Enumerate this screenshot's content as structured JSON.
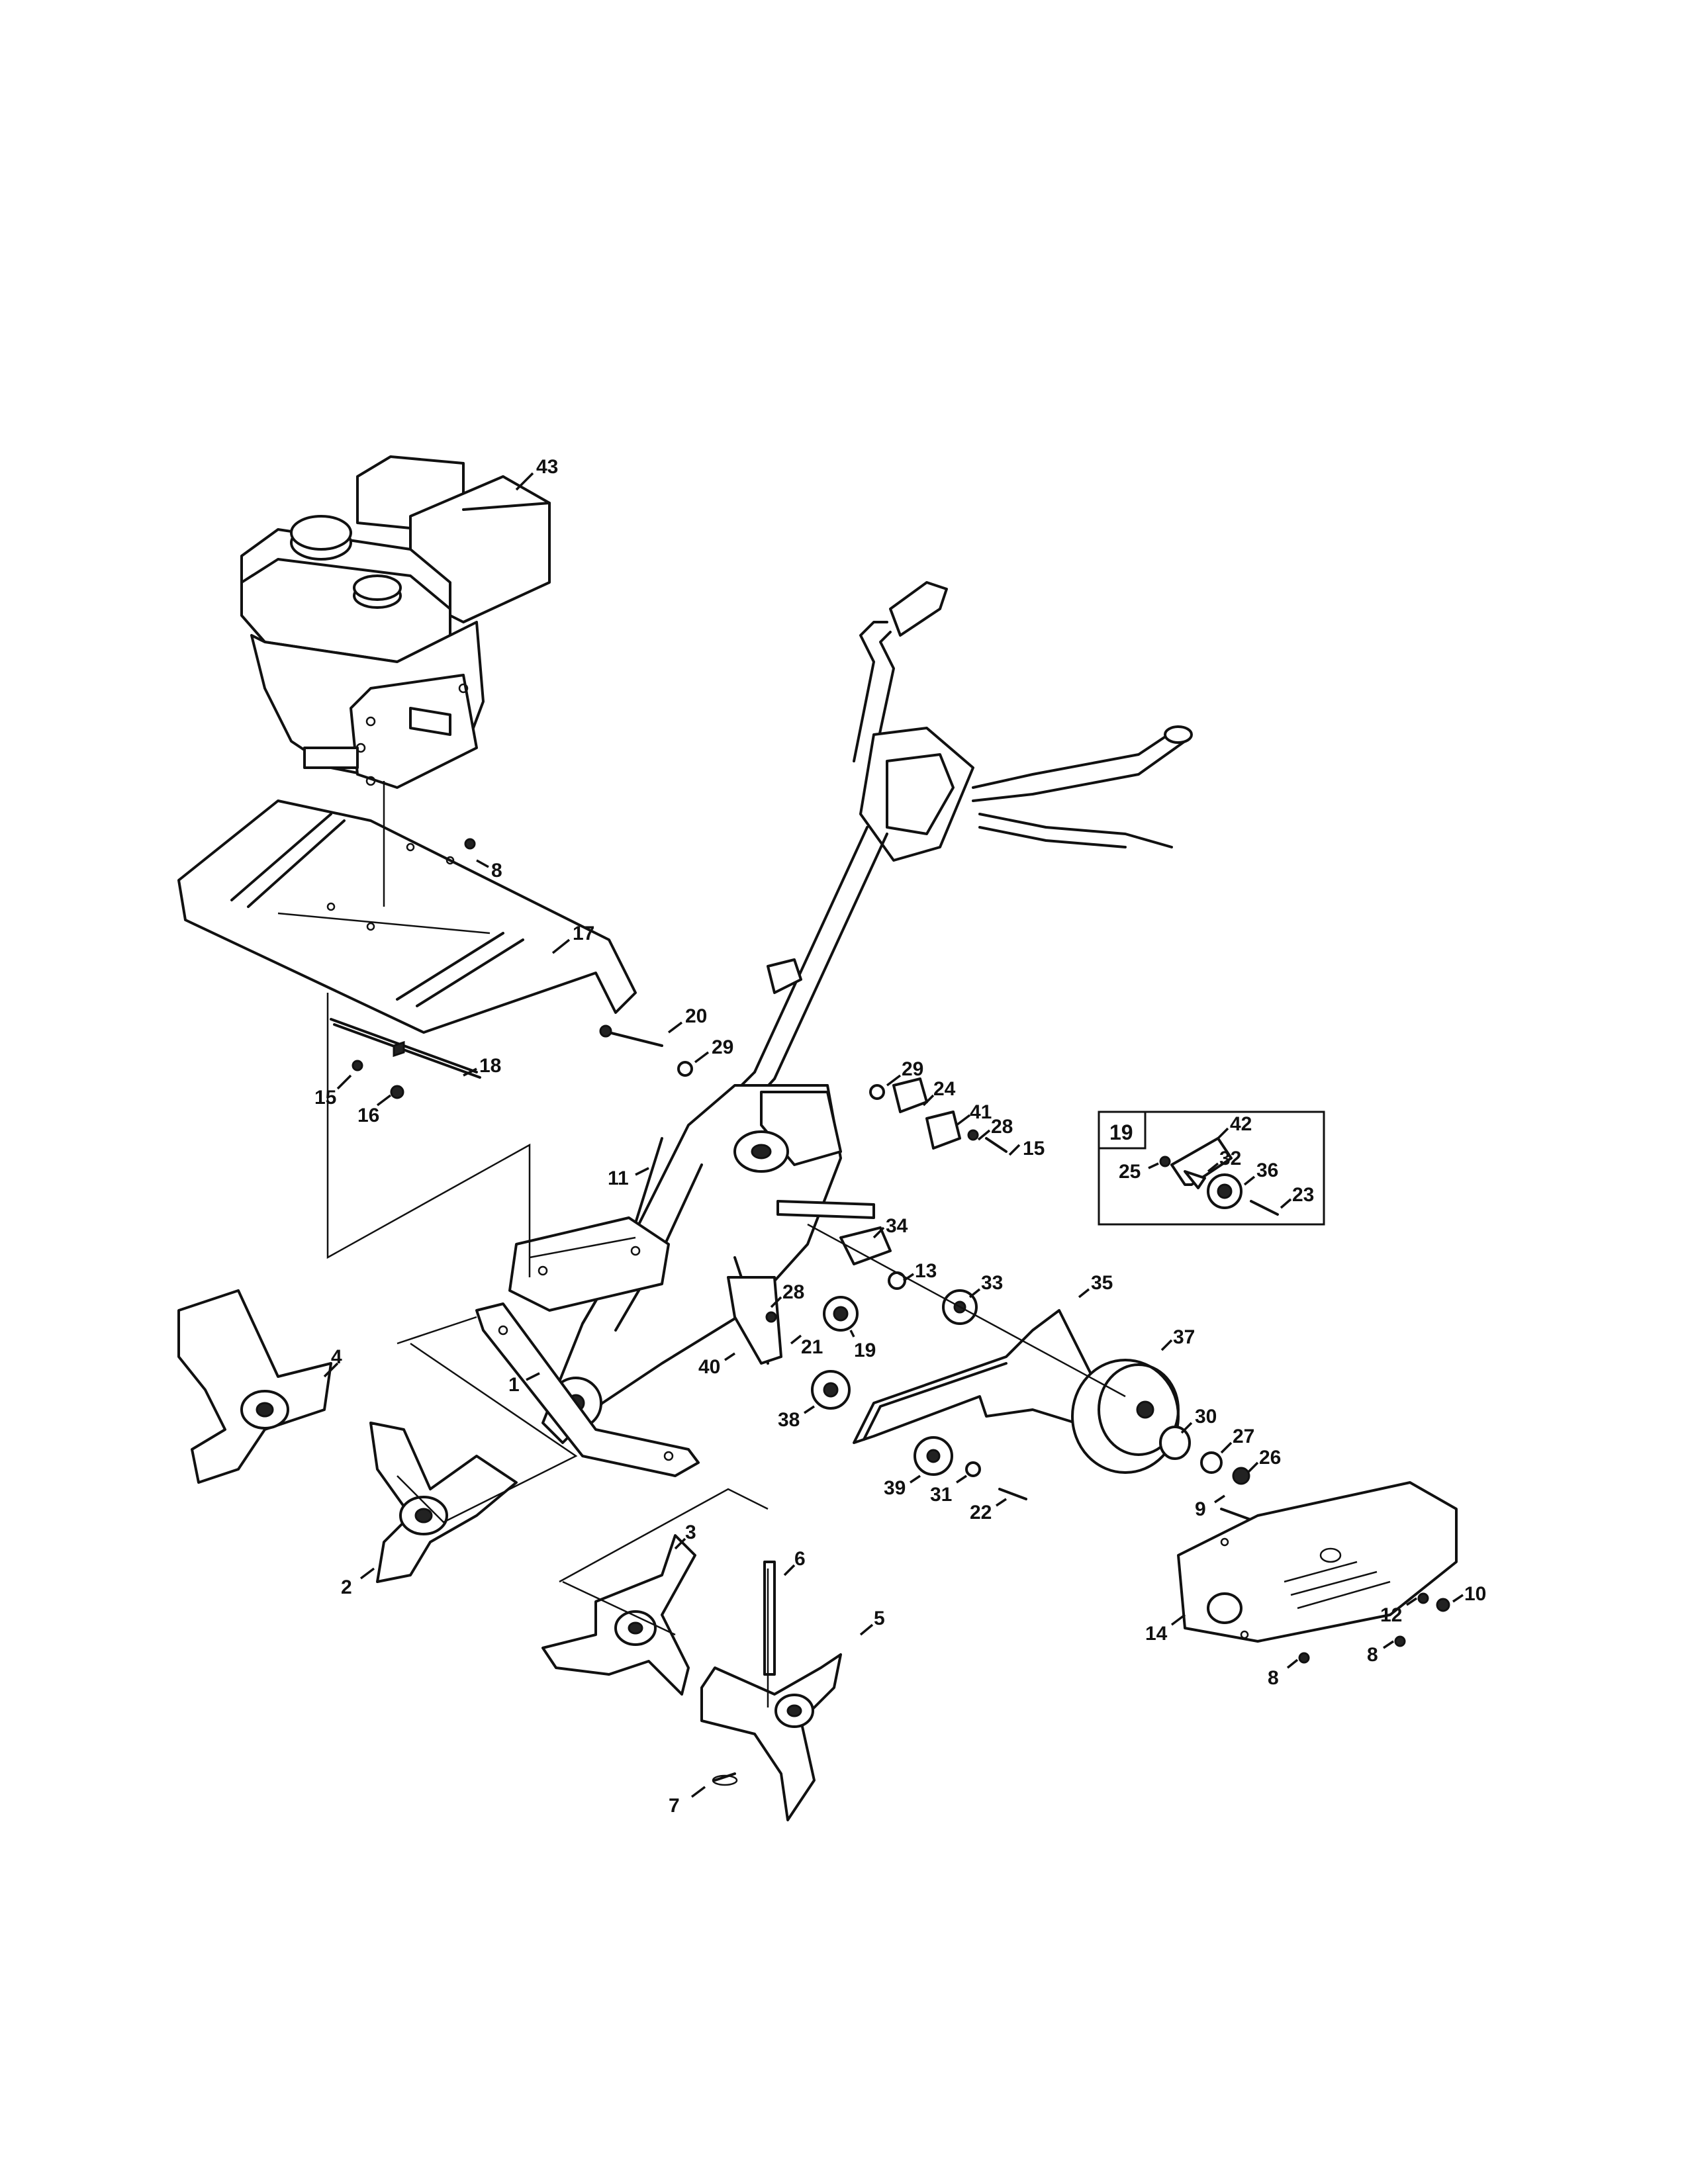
{
  "inset": {
    "label": "19"
  },
  "callouts": [
    "43",
    "8",
    "17",
    "20",
    "29",
    "18",
    "15",
    "16",
    "29",
    "24",
    "41",
    "28",
    "15",
    "11",
    "34",
    "13",
    "33",
    "35",
    "28",
    "21",
    "19",
    "40",
    "1",
    "37",
    "38",
    "30",
    "27",
    "26",
    "39",
    "31",
    "22",
    "9",
    "4",
    "2",
    "3",
    "6",
    "5",
    "7",
    "14",
    "12",
    "10",
    "8",
    "8",
    "42",
    "25",
    "32",
    "36",
    "23"
  ]
}
